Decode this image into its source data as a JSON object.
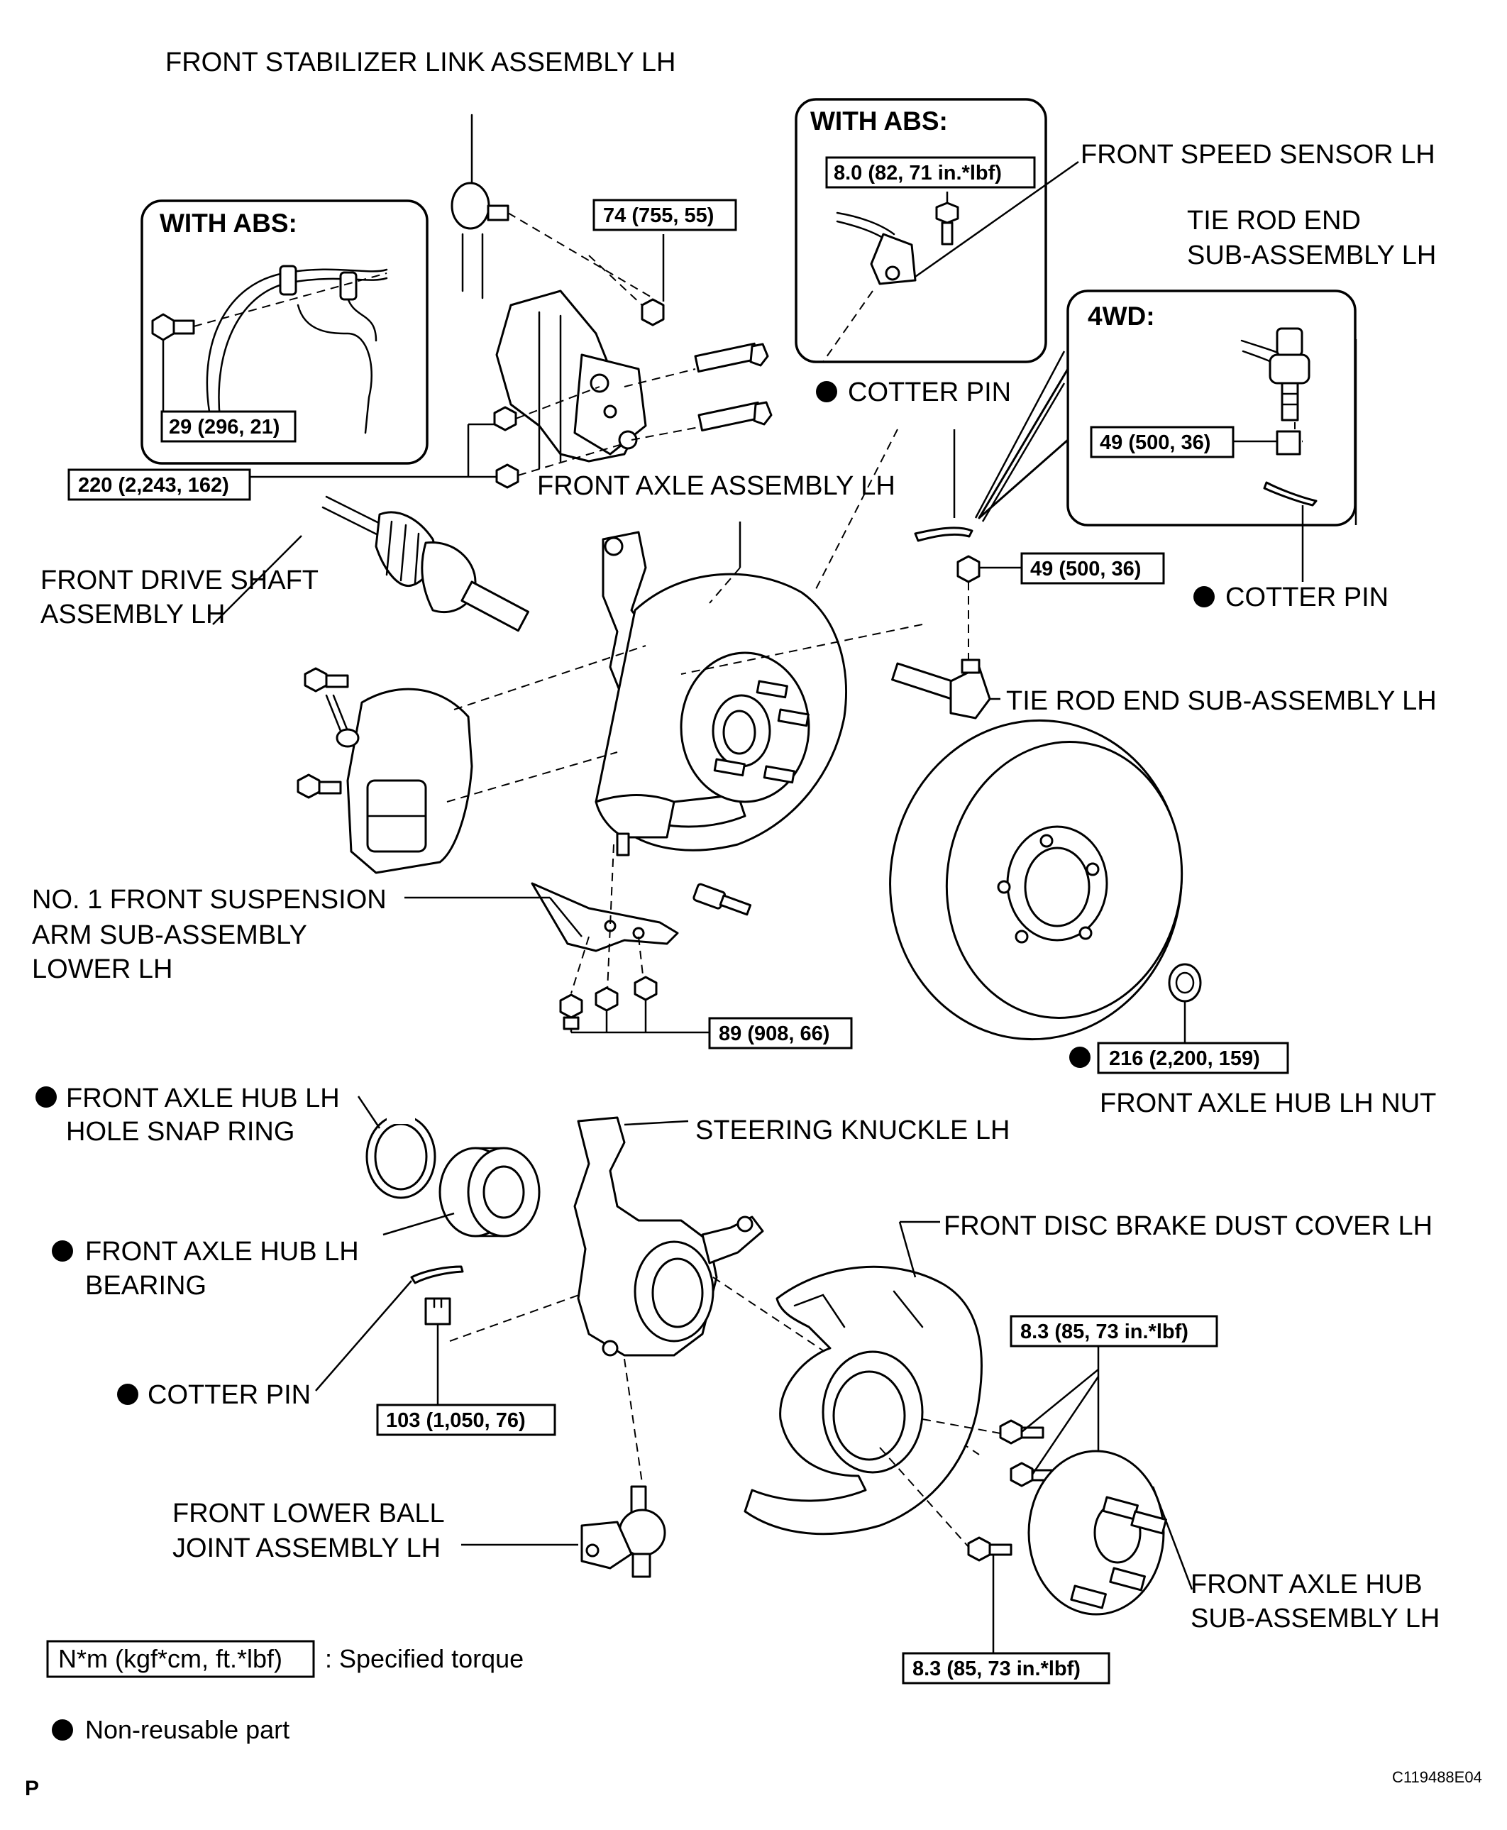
{
  "labels": {
    "stabilizer_link": "FRONT STABILIZER LINK ASSEMBLY LH",
    "speed_sensor": "FRONT SPEED SENSOR LH",
    "tie_rod_top_1": "TIE ROD END",
    "tie_rod_top_2": "SUB-ASSEMBLY LH",
    "cotter_pin_1": "COTTER PIN",
    "front_axle_assembly": "FRONT AXLE ASSEMBLY LH",
    "drive_shaft_1": "FRONT DRIVE SHAFT",
    "drive_shaft_2": "ASSEMBLY LH",
    "cotter_pin_2": "COTTER PIN",
    "tie_rod_mid": "TIE ROD END SUB-ASSEMBLY LH",
    "lower_arm_1": "NO. 1 FRONT SUSPENSION",
    "lower_arm_2": "ARM SUB-ASSEMBLY",
    "lower_arm_3": "LOWER LH",
    "hub_nut": "FRONT AXLE HUB LH NUT",
    "snap_ring_1": "FRONT AXLE HUB LH",
    "snap_ring_2": "HOLE SNAP RING",
    "steering_knuckle": "STEERING KNUCKLE LH",
    "dust_cover": "FRONT DISC BRAKE DUST COVER LH",
    "bearing_1": "FRONT AXLE HUB LH",
    "bearing_2": "BEARING",
    "cotter_pin_3": "COTTER PIN",
    "ball_joint_1": "FRONT LOWER BALL",
    "ball_joint_2": "JOINT ASSEMBLY LH",
    "hub_sub_1": "FRONT AXLE HUB",
    "hub_sub_2": "SUB-ASSEMBLY LH"
  },
  "insets": {
    "abs_left_title": "WITH ABS:",
    "abs_right_title": "WITH ABS:",
    "fwd_title": "4WD:"
  },
  "torques": {
    "abs_left": "29 (296, 21)",
    "stabilizer_nut": "74 (755, 55)",
    "speed_sensor": "8.0 (82, 71 in.*lbf)",
    "knuckle_nuts": "220 (2,243, 162)",
    "fwd_nut": "49 (500, 36)",
    "tie_rod_nut": "49 (500, 36)",
    "lower_arm_bolts": "89 (908, 66)",
    "hub_nut": "216 (2,200, 159)",
    "dust_cover_upper": "8.3 (85, 73 in.*lbf)",
    "ball_joint_nut": "103 (1,050, 76)",
    "dust_cover_lower": "8.3 (85, 73 in.*lbf)"
  },
  "legend": {
    "torque_box": "N*m (kgf*cm, ft.*lbf)",
    "torque_text": ": Specified torque",
    "nonreusable_text": "Non-reusable part"
  },
  "footer": {
    "page_mark": "P",
    "figure_code": "C119488E04"
  }
}
